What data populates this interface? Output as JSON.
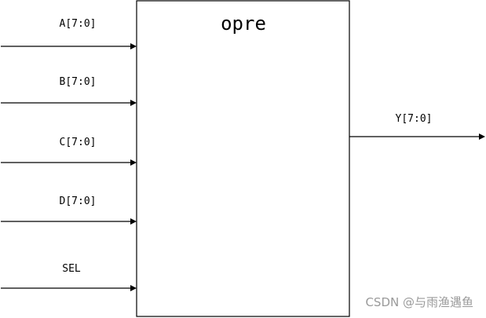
{
  "block": {
    "title": "opre"
  },
  "inputs": [
    {
      "label": "A[7:0]"
    },
    {
      "label": "B[7:0]"
    },
    {
      "label": "C[7:0]"
    },
    {
      "label": "D[7:0]"
    },
    {
      "label": "SEL"
    }
  ],
  "output": {
    "label": "Y[7:0]"
  },
  "watermark": "CSDN @与雨渔遇鱼"
}
